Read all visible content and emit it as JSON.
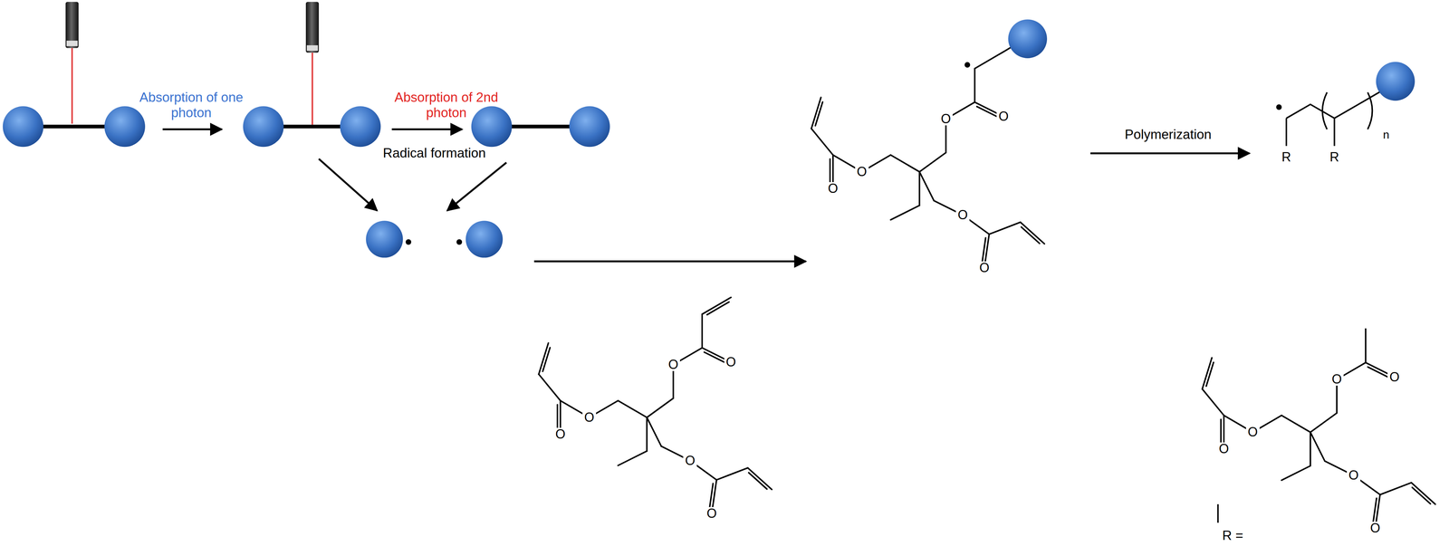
{
  "diagram": {
    "labels": [
      "Absorption of one photon",
      "Absorption of 2nd photon",
      "Radical formation",
      "Polymerization",
      "O",
      "O",
      "O",
      "O",
      "O",
      "O",
      "O",
      "O",
      "O",
      "O",
      "O",
      "O",
      "n",
      "R",
      "R",
      "R =",
      "O",
      "O",
      "O",
      "O",
      "O",
      "O"
    ]
  }
}
